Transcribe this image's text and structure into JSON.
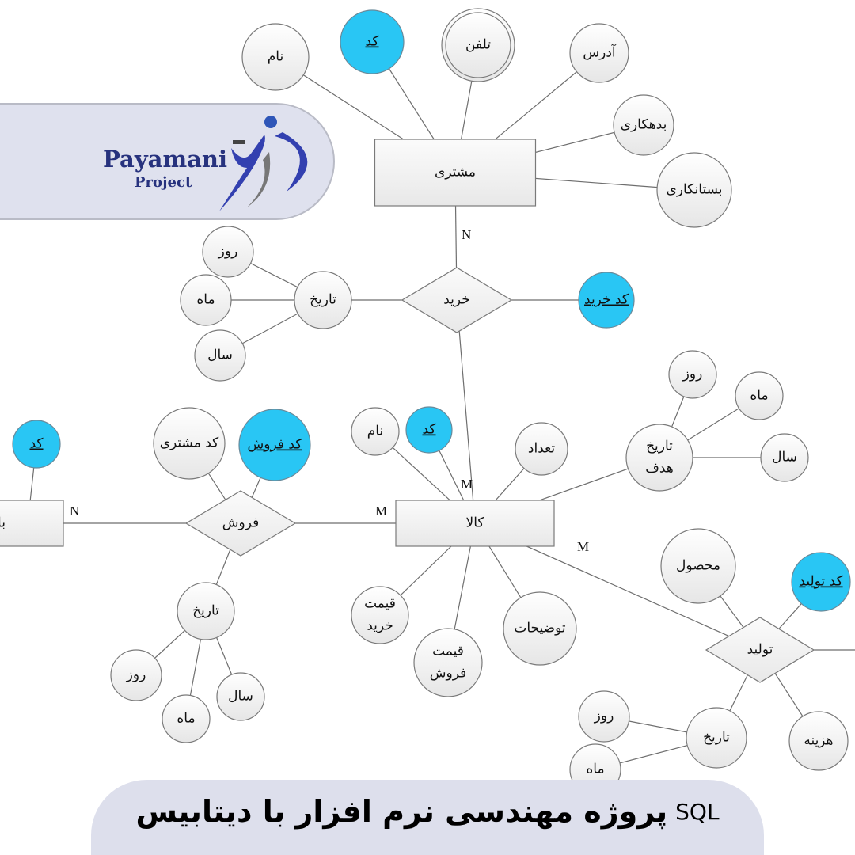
{
  "logo": {
    "brand": "Payamani",
    "sub": "Project"
  },
  "banner": {
    "title": "پروژه مهندسی نرم افزار با دیتابیس",
    "tech": "SQL"
  },
  "colors": {
    "key_attribute": "#29c6f4",
    "banner_bg": "#dddfec",
    "logo_text": "#27327e"
  },
  "entities": {
    "customer": "مشتری",
    "product": "کالا",
    "left_partial": "با"
  },
  "relationships": {
    "purchase": "خرید",
    "sale": "فروش",
    "production": "تولید"
  },
  "cardinality": {
    "customer_purchase": "N",
    "purchase_product": "M",
    "sale_product": "M",
    "left_sale": "N",
    "product_production": "M"
  },
  "customer_attrs": {
    "name": "نام",
    "code": "کد",
    "phone": "تلفن",
    "address": "آدرس",
    "debit": "بدهکاری",
    "credit": "بستانکاری"
  },
  "purchase_attrs": {
    "code": "کد خرید",
    "date": "تاریخ",
    "day": "روز",
    "month": "ماه",
    "year": "سال"
  },
  "product_attrs": {
    "name": "نام",
    "code": "کد",
    "count": "تعداد",
    "target_date_1": "تاریخ",
    "target_date_2": "هدف",
    "day": "روز",
    "month": "ماه",
    "year": "سال",
    "buy_price_1": "قیمت",
    "buy_price_2": "خرید",
    "sell_price_1": "قیمت",
    "sell_price_2": "فروش",
    "description": "توضیحات"
  },
  "sale_attrs": {
    "left_code": "کد",
    "customer_code": "کد مشتری",
    "sale_code": "کد فروش",
    "date": "تاریخ",
    "day": "روز",
    "month": "ماه",
    "year": "سال"
  },
  "production_attrs": {
    "product": "محصول",
    "code": "کد تولید",
    "cost": "هزینه",
    "date": "تاریخ",
    "day": "روز",
    "month": "ماه"
  }
}
